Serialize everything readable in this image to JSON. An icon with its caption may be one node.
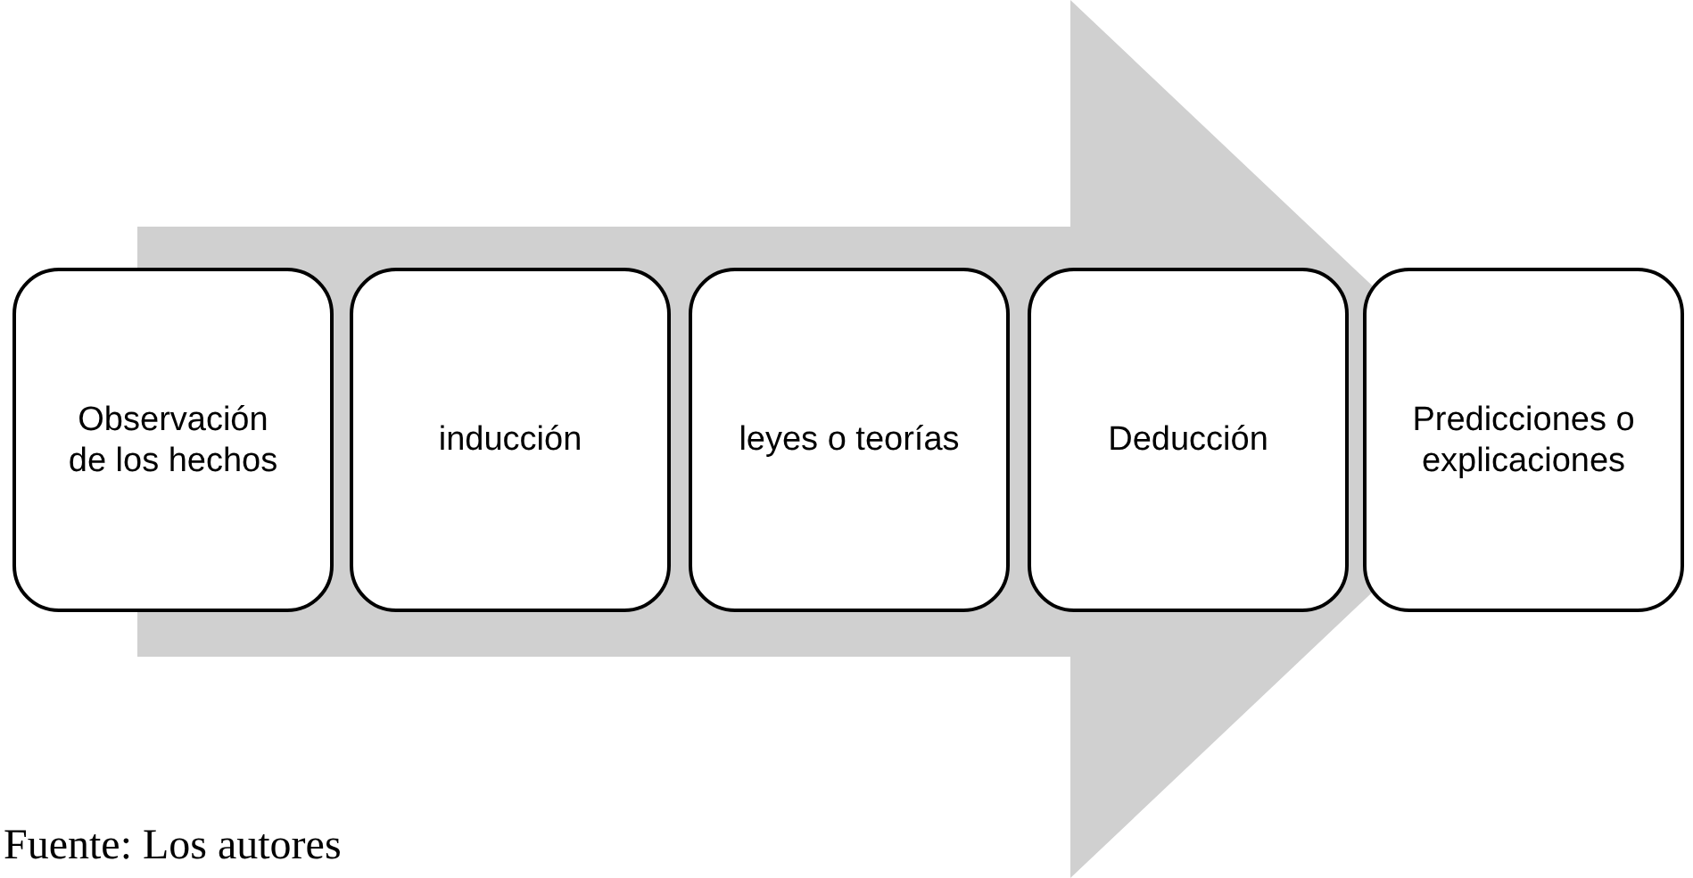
{
  "diagram": {
    "caption": "Fuente: Los autores",
    "nodes": [
      {
        "text": [
          "Observación de los hechos"
        ]
      },
      {
        "text": [
          "inducción"
        ]
      },
      {
        "text": [
          "leyes o teorías"
        ]
      },
      {
        "text": [
          "Deducción"
        ]
      },
      {
        "text": [
          "Predicciones o explicaciones"
        ]
      }
    ],
    "edges": [
      {
        "from": 0,
        "to": 4,
        "arrow": "to"
      }
    ]
  }
}
